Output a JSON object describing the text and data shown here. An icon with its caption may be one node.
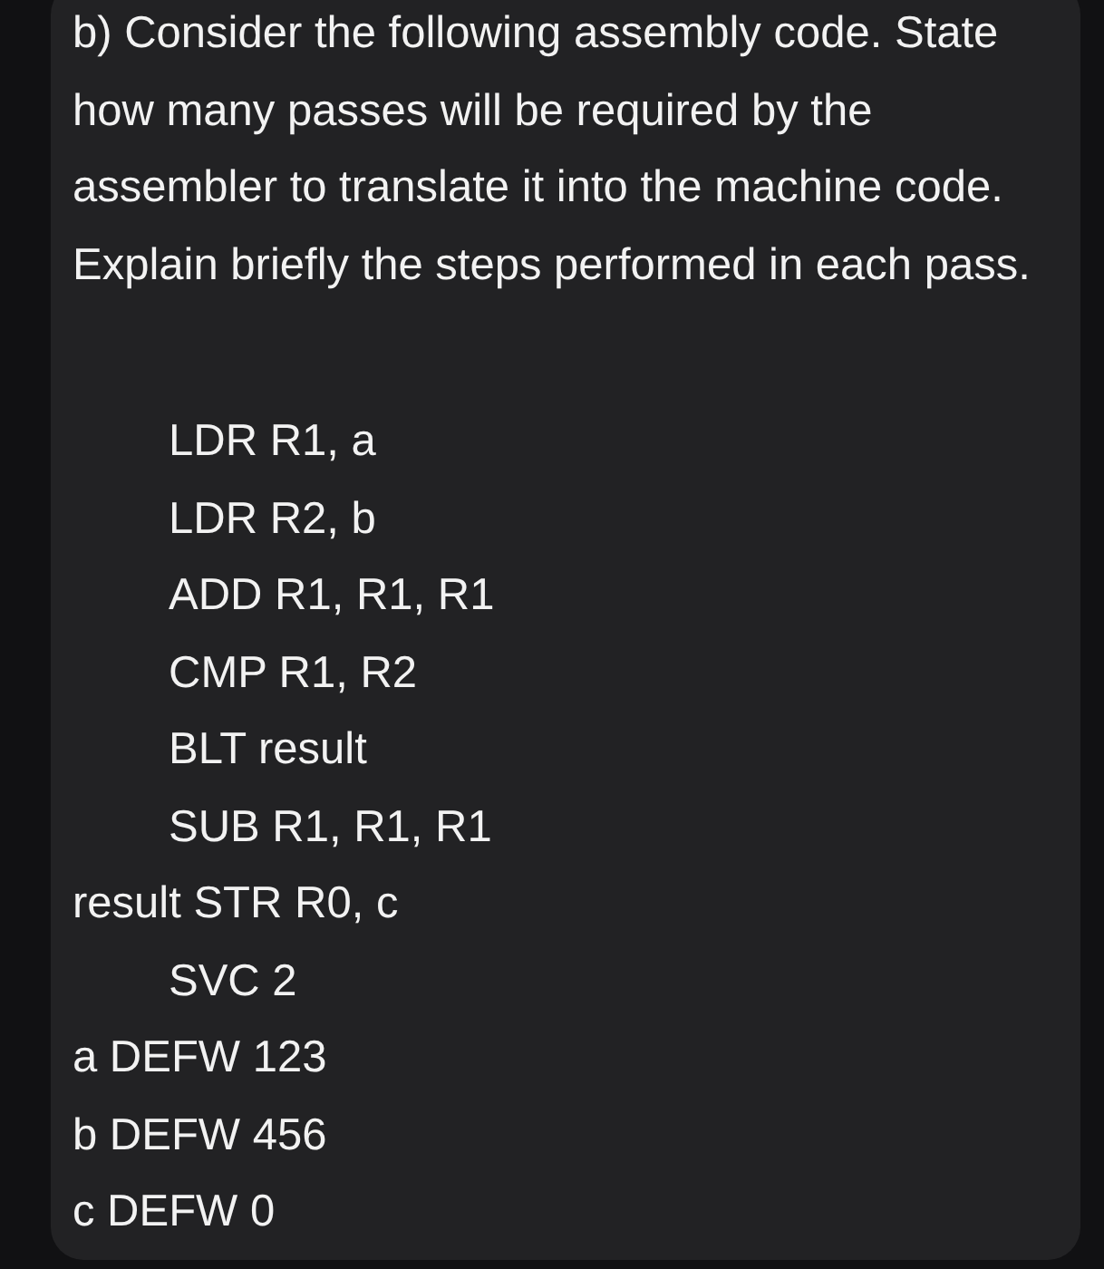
{
  "diagram": {
    "labels": [
      "b) Consider the following assembly code. State how many passes will be required by the assembler to translate it into the machine code. Explain briefly the steps performed in each pass.",
      "LDR R1, a",
      "LDR R2, b",
      "ADD R1, R1, R1",
      "CMP R1, R2",
      "BLT result",
      "SUB R1, R1, R1",
      "result STR R0, c",
      "SVC 2",
      "a DEFW 123",
      "b DEFW 456",
      "c DEFW 0"
    ]
  }
}
